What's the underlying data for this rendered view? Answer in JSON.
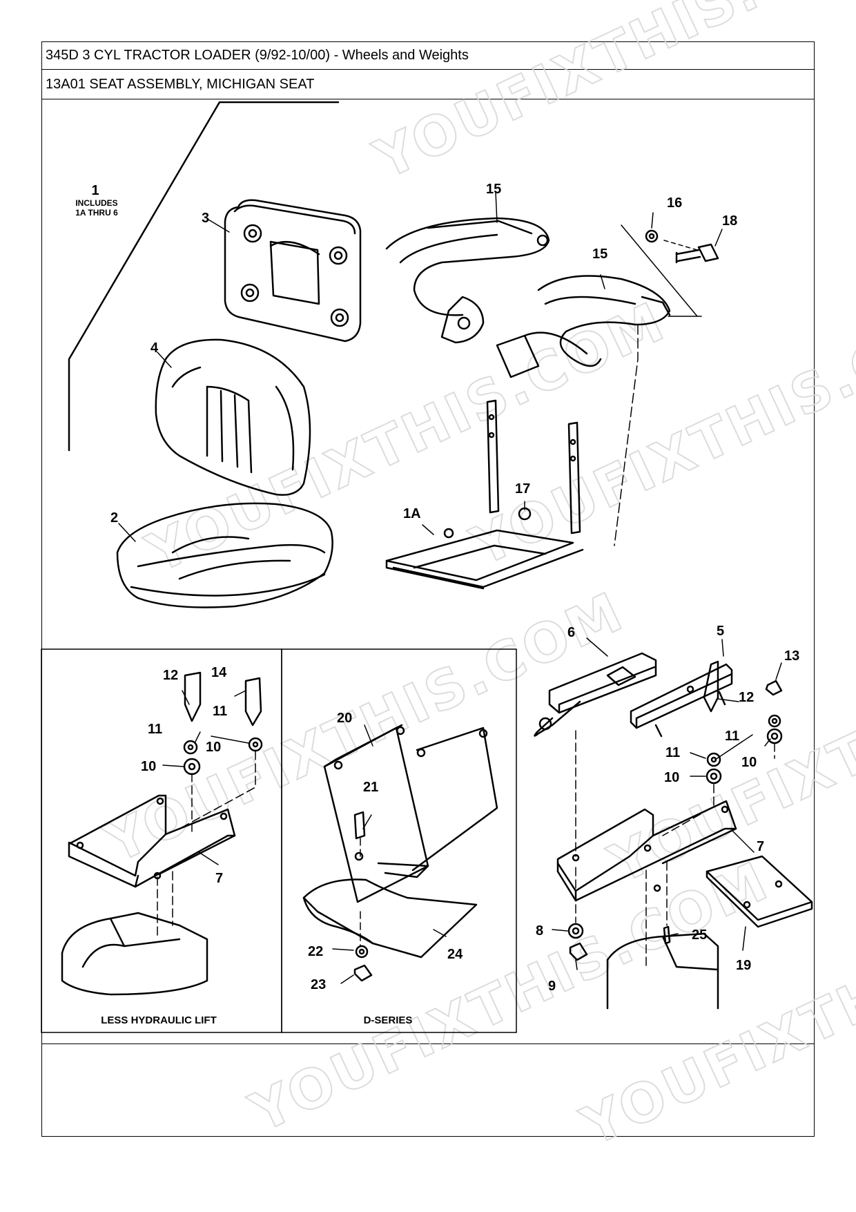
{
  "header": {
    "model_line": "345D 3 CYL TRACTOR LOADER (9/92-10/00) - Wheels and Weights",
    "assembly_line": "13A01 SEAT ASSEMBLY, MICHIGAN SEAT"
  },
  "callouts": {
    "c1": "1",
    "c1_note_a": "INCLUDES",
    "c1_note_b": "1A THRU 6",
    "c1a": "1A",
    "c2": "2",
    "c3": "3",
    "c4": "4",
    "c5": "5",
    "c6": "6",
    "c7a": "7",
    "c7b": "7",
    "c8": "8",
    "c9": "9",
    "c10a": "10",
    "c10b": "10",
    "c10c": "10",
    "c10d": "10",
    "c11a": "11",
    "c11b": "11",
    "c11c": "11",
    "c11d": "11",
    "c12a": "12",
    "c12b": "12",
    "c13": "13",
    "c14": "14",
    "c15a": "15",
    "c15b": "15",
    "c16": "16",
    "c17": "17",
    "c18": "18",
    "c19": "19",
    "c20": "20",
    "c21": "21",
    "c22": "22",
    "c23": "23",
    "c24": "24",
    "c25": "25"
  },
  "captions": {
    "less_hydraulic_lift": "LESS HYDRAULIC LIFT",
    "d_series": "D-SERIES"
  },
  "watermark": "YOUFIXTHIS.COM"
}
